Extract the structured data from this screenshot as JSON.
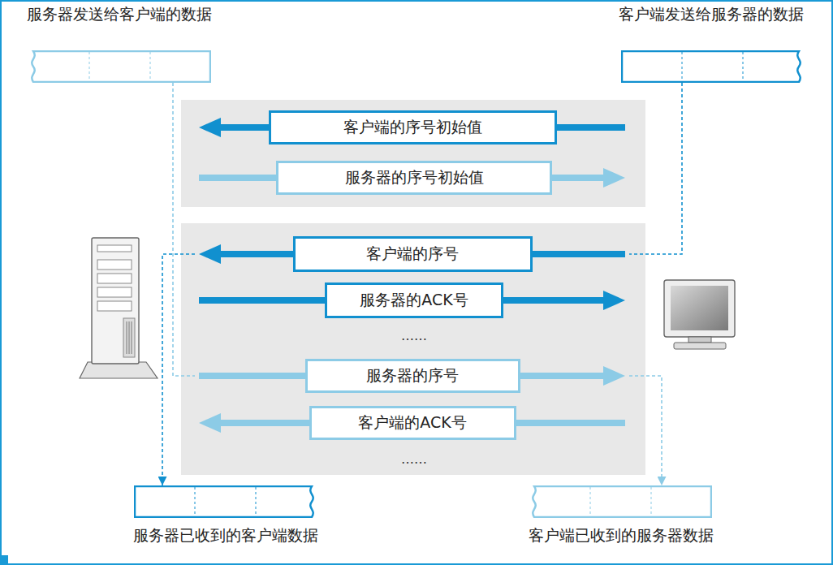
{
  "diagram": {
    "nodes": [
      {
        "text": [
          "服务器发送给客户端的数据"
        ]
      },
      {
        "text": [
          "客户端发送给服务器的数据"
        ]
      },
      {
        "text": [
          "客户端的序号初始值"
        ]
      },
      {
        "text": [
          "服务器的序号初始值"
        ]
      },
      {
        "text": [
          "客户端的序号"
        ]
      },
      {
        "text": [
          "服务器的ACK号"
        ]
      },
      {
        "text": [
          "服务器的序号"
        ]
      },
      {
        "text": [
          "客户端的ACK号"
        ]
      },
      {
        "text": [
          "服务器已收到的客户端数据"
        ]
      },
      {
        "text": [
          "客户端已收到的服务器数据"
        ]
      }
    ],
    "edges": [
      {
        "from": 1,
        "to": 8,
        "arrow": "to"
      },
      {
        "from": 0,
        "to": 9,
        "arrow": "to"
      }
    ],
    "labels": [
      "……",
      "……"
    ]
  }
}
